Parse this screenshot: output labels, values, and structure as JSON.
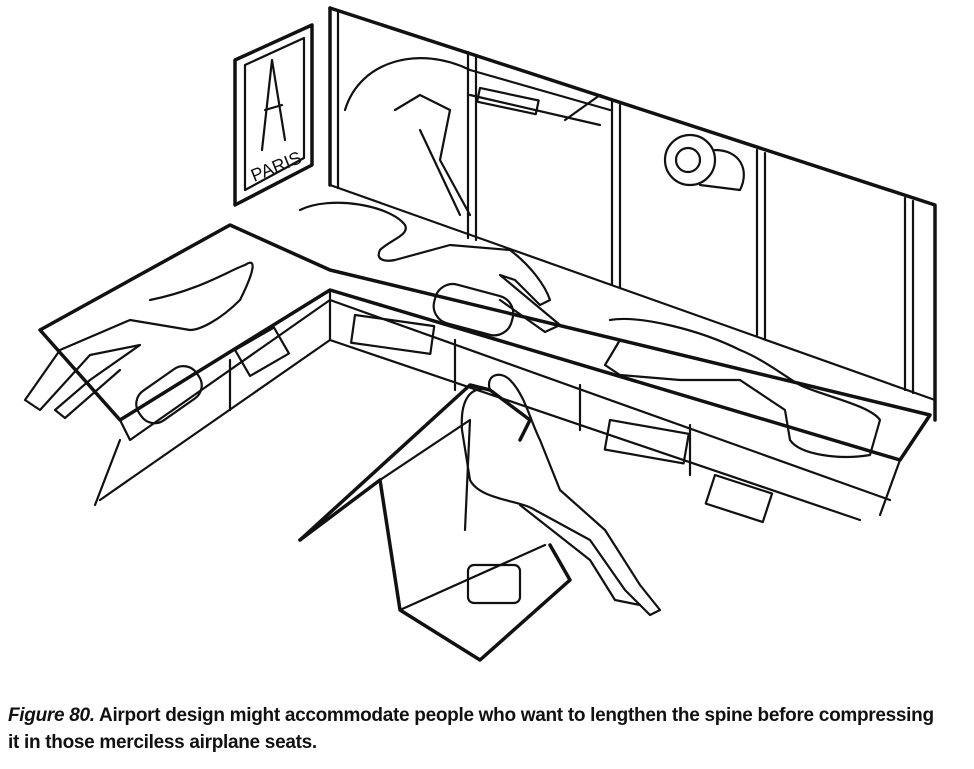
{
  "figure": {
    "poster_text": "PARIS",
    "caption_label": "Figure 80.",
    "caption_text": " Airport design might accommodate people who want to lengthen the spine before compressing it in those merciless airplane seats."
  }
}
